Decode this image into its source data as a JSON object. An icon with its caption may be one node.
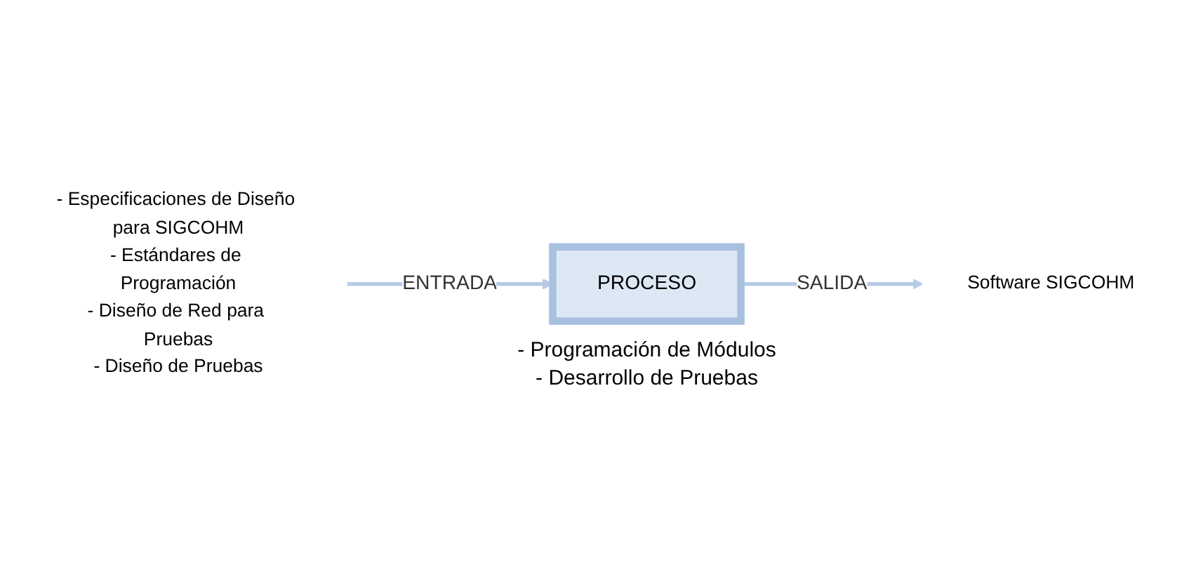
{
  "diagram": {
    "nodes": [
      {
        "text": [
          "- Especificaciones de Diseño para SIGCOHM",
          "- Estándares de Programación",
          "- Diseño de Red para Pruebas",
          "- Diseño de Pruebas"
        ]
      },
      {
        "text": [
          "PROCESO"
        ],
        "beside": [
          "- Programación de Módulos",
          "- Desarrollo de Pruebas"
        ]
      },
      {
        "text": [
          "Software SIGCOHM"
        ]
      }
    ],
    "edges": [
      {
        "from": 0,
        "to": 1,
        "arrow": "to",
        "label": "ENTRADA"
      },
      {
        "from": 1,
        "to": 2,
        "arrow": "to",
        "label": "SALIDA"
      }
    ]
  }
}
